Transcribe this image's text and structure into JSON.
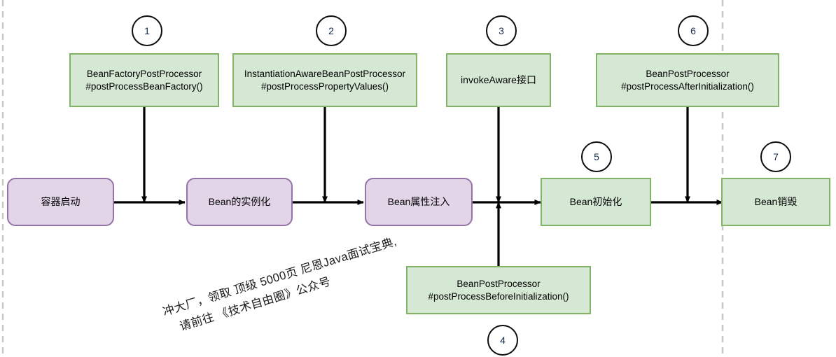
{
  "diagram": {
    "title": "Spring Bean lifecycle flow",
    "colors": {
      "green_fill": "#d5e8d4",
      "green_stroke": "#82b366",
      "purple_fill": "#e1d5e7",
      "purple_stroke": "#9673a6",
      "edge": "#000000",
      "dashed_guide": "#c8c8c8",
      "circle_number": "#13294b"
    },
    "lifecycle_nodes": [
      {
        "id": "container-start",
        "label": "容器启动",
        "shape": "rounded-rect",
        "style": "purple"
      },
      {
        "id": "bean-instantiation",
        "label": "Bean的实例化",
        "shape": "rounded-rect",
        "style": "purple"
      },
      {
        "id": "bean-property-injection",
        "label": "Bean属性注入",
        "shape": "rounded-rect",
        "style": "purple"
      },
      {
        "id": "bean-initialization",
        "label": "Bean初始化",
        "shape": "rect",
        "style": "green"
      },
      {
        "id": "bean-destroy",
        "label": "Bean销毁",
        "shape": "rect",
        "style": "green"
      }
    ],
    "extension_nodes": [
      {
        "id": "ext-1",
        "number": "1",
        "line1": "BeanFactoryPostProcessor",
        "line2": "#postProcessBeanFactory()"
      },
      {
        "id": "ext-2",
        "number": "2",
        "line1": "InstantiationAwareBeanPostProcessor",
        "line2": "#postProcessPropertyValues()"
      },
      {
        "id": "ext-3",
        "number": "3",
        "line1": "invokeAware接口",
        "line2": ""
      },
      {
        "id": "ext-4",
        "number": "4",
        "line1": "BeanPostProcessor",
        "line2": "#postProcessBeforeInitialization()"
      },
      {
        "id": "ext-6",
        "number": "6",
        "line1": "BeanPostProcessor",
        "line2": "#postProcessAfterInitialization()"
      }
    ],
    "step_markers": [
      {
        "id": "marker-1",
        "number": "1"
      },
      {
        "id": "marker-2",
        "number": "2"
      },
      {
        "id": "marker-3",
        "number": "3"
      },
      {
        "id": "marker-4",
        "number": "4"
      },
      {
        "id": "marker-5",
        "number": "5"
      },
      {
        "id": "marker-6",
        "number": "6"
      },
      {
        "id": "marker-7",
        "number": "7"
      }
    ],
    "watermark": {
      "line1": "冲大厂，领取 顶级  5000页 尼恩Java面试宝典,",
      "line2": "请前往 《技术自由圈》公众号"
    }
  }
}
